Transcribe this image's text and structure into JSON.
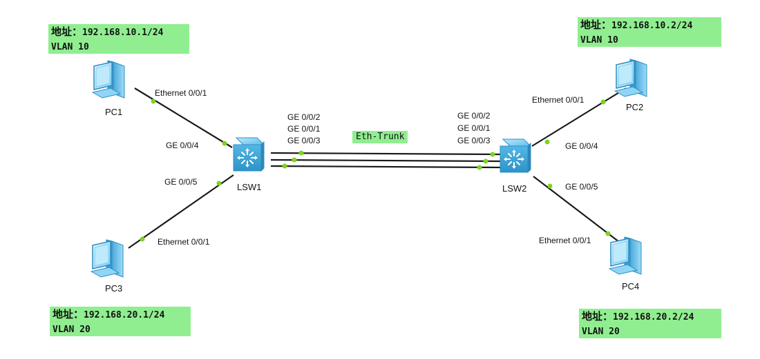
{
  "notes": {
    "pc1": {
      "addr_label": "地址：",
      "addr_value": "192.168.10.1/24",
      "vlan": "VLAN 10"
    },
    "pc2": {
      "addr_label": "地址：",
      "addr_value": "192.168.10.2/24",
      "vlan": "VLAN 10"
    },
    "pc3": {
      "addr_label": "地址：",
      "addr_value": "192.168.20.1/24",
      "vlan": "VLAN 20"
    },
    "pc4": {
      "addr_label": "地址：",
      "addr_value": "192.168.20.2/24",
      "vlan": "VLAN 20"
    }
  },
  "devices": {
    "pc1": "PC1",
    "pc2": "PC2",
    "pc3": "PC3",
    "pc4": "PC4",
    "lsw1": "LSW1",
    "lsw2": "LSW2"
  },
  "ports": {
    "pc1_eth": "Ethernet 0/0/1",
    "pc2_eth": "Ethernet 0/0/1",
    "pc3_eth": "Ethernet 0/0/1",
    "pc4_eth": "Ethernet 0/0/1",
    "lsw1_ge4": "GE 0/0/4",
    "lsw1_ge5": "GE 0/0/5",
    "lsw2_ge4": "GE 0/0/4",
    "lsw2_ge5": "GE 0/0/5",
    "lsw1_trunk": [
      "GE 0/0/2",
      "GE 0/0/1",
      "GE 0/0/3"
    ],
    "lsw2_trunk": [
      "GE 0/0/2",
      "GE 0/0/1",
      "GE 0/0/3"
    ]
  },
  "trunk_label": "Eth-Trunk",
  "colors": {
    "note_bg": "#90ee90",
    "link": "#1a1a1a",
    "port_dot": "#7ed321",
    "pc_body": "#58b8e8",
    "switch_body": "#5fc0ef"
  }
}
